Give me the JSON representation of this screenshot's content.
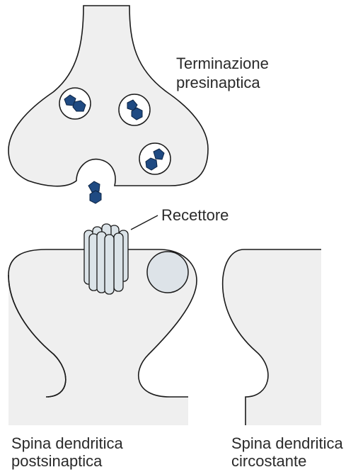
{
  "labels": {
    "presynaptic": [
      "Terminazione",
      "presinaptica"
    ],
    "receptor": "Recettore",
    "postsynaptic": [
      "Spina dendritica",
      "postsinaptica"
    ],
    "neighboring": [
      "Spina dendritica",
      "circostante"
    ]
  },
  "colors": {
    "membrane_fill": "#efefef",
    "outline": "#1a1a1a",
    "neurotransmitter": "#1f4a82",
    "receptor_fill": "#dbe3e8",
    "vesicle_inner": "#ffffff",
    "ion_channel_fill": "#dde3e8"
  },
  "icons": {
    "neurotransmitter": "pentagon-hexagon-molecule",
    "receptor": "cylindrical-ion-channel"
  }
}
